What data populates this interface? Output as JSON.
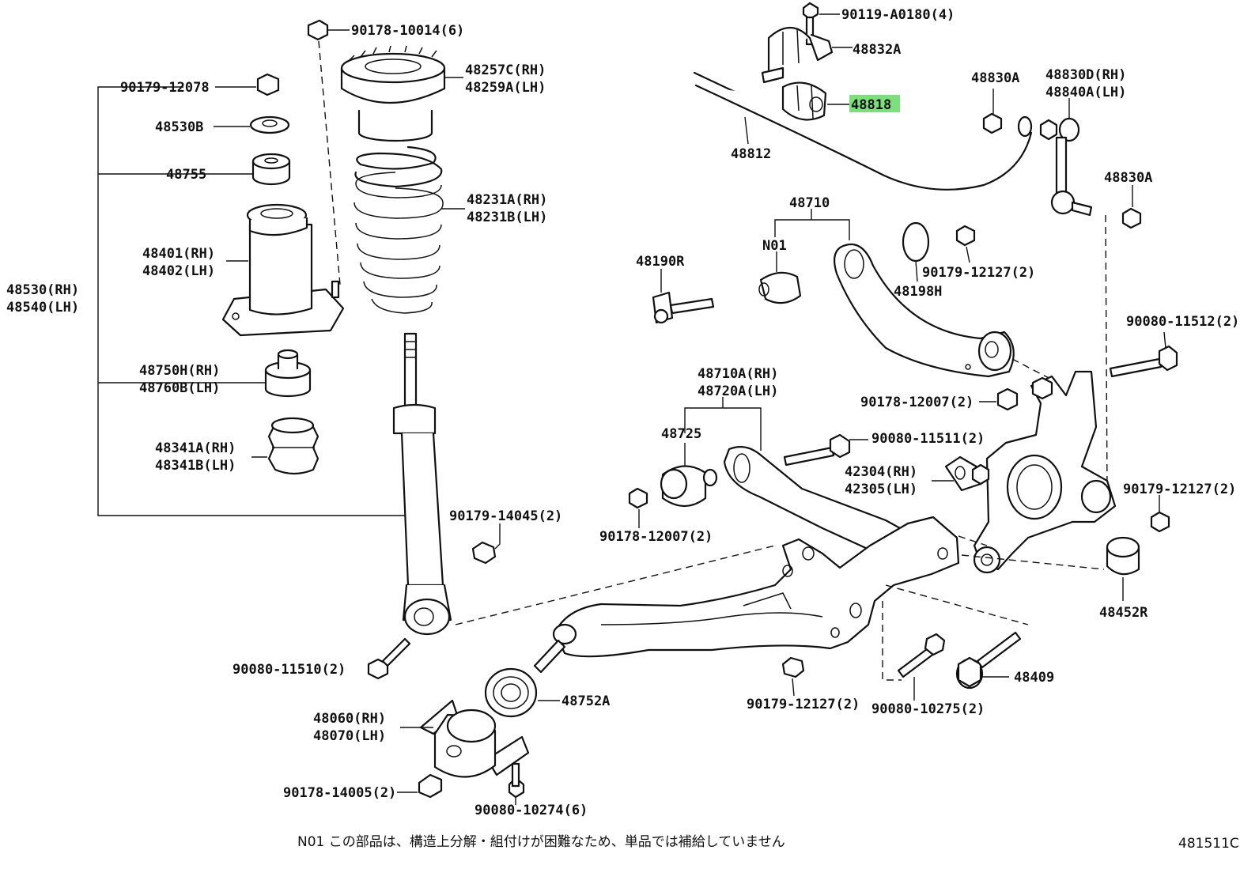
{
  "labels": {
    "p90178_10014": "90178-10014(6)",
    "p90179_12078": "90179-12078",
    "p48530B": "48530B",
    "p48755": "48755",
    "p48401": "48401(RH)",
    "p48402": "48402(LH)",
    "p48530": "48530(RH)",
    "p48540": "48540(LH)",
    "p48750H": "48750H(RH)",
    "p48760B": "48760B(LH)",
    "p48341A": "48341A(RH)",
    "p48341B": "48341B(LH)",
    "p48257C": "48257C(RH)",
    "p48259A": "48259A(LH)",
    "p48231A": "48231A(RH)",
    "p48231B": "48231B(LH)",
    "p90179_14045": "90179-14045(2)",
    "p90080_11510": "90080-11510(2)",
    "p48060": "48060(RH)",
    "p48070": "48070(LH)",
    "p48752A": "48752A",
    "p90178_14005": "90178-14005(2)",
    "p90080_10274": "90080-10274(6)",
    "p90119_A0180": "90119-A0180(4)",
    "p48832A": "48832A",
    "p48818": "48818",
    "p48812": "48812",
    "p48830A_top": "48830A",
    "p48830D": "48830D(RH)",
    "p48840A": "48840A(LH)",
    "p48830A_right": "48830A",
    "p48710": "48710",
    "pN01": "N01",
    "p48190R": "48190R",
    "p48198H": "48198H",
    "p90179_12127_a": "90179-12127(2)",
    "p90080_11512": "90080-11512(2)",
    "p48710A": "48710A(RH)",
    "p48720A": "48720A(LH)",
    "p48725": "48725",
    "p90178_12007_a": "90178-12007(2)",
    "p90080_11511": "90080-11511(2)",
    "p42304": "42304(RH)",
    "p42305": "42305(LH)",
    "p90178_12007_b": "90178-12007(2)",
    "p90179_12127_b": "90179-12127(2)",
    "p48452R": "48452R",
    "p90179_12127_c": "90179-12127(2)",
    "p90080_10275": "90080-10275(2)",
    "p48409": "48409"
  },
  "footnote": "N01 この部品は、構造上分解・組付けが困難なため、単品では補給していません",
  "diagram_code": "481511C",
  "highlight_color": "#7be07b"
}
